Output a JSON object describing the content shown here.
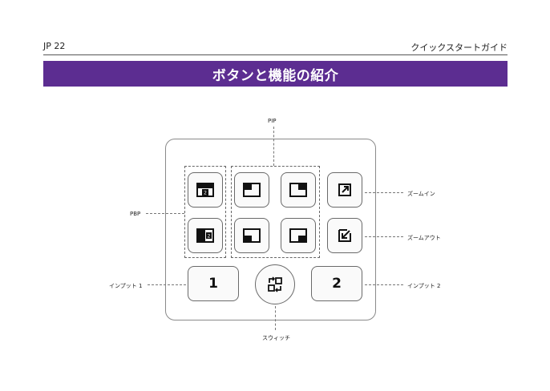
{
  "header": {
    "page": "JP 22",
    "guide": "クイックスタートガイド"
  },
  "banner": {
    "title": "ボタンと機能の紹介"
  },
  "labels": {
    "pip": "PIP",
    "pbp": "PBP",
    "zoom_in": "ズームイン",
    "zoom_out": "ズームアウト",
    "input1": "インプット 1",
    "input2": "インプット 2",
    "switch": "スウィッチ"
  },
  "keys": {
    "input1": "1",
    "input2": "2"
  },
  "icons": {
    "pbp_top": "pbp-layout-icon",
    "pbp_bottom": "pbp-layout-icon",
    "pip_top_left": "pip-top-left-icon",
    "pip_top_right": "pip-top-right-icon",
    "pip_bottom_left": "pip-bottom-left-icon",
    "pip_bottom_right": "pip-bottom-right-icon",
    "zoom_in": "zoom-in-icon",
    "zoom_out": "zoom-out-icon",
    "switch": "switch-icon"
  }
}
